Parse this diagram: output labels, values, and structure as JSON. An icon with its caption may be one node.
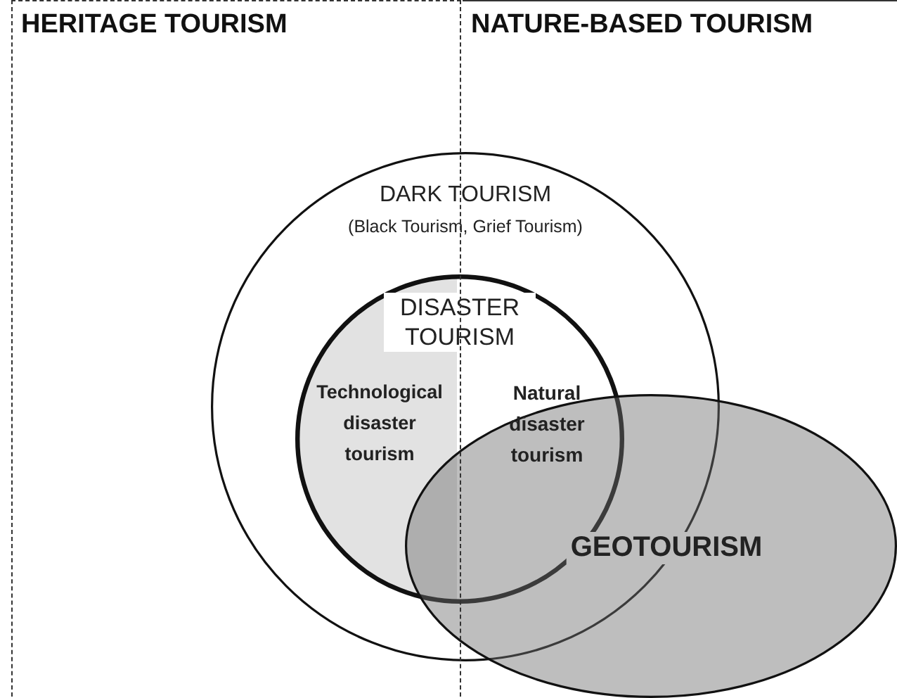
{
  "diagram": {
    "nodes": [
      {
        "text": [
          "HERITAGE TOURISM"
        ]
      },
      {
        "text": [
          "NATURE-BASED TOURISM"
        ]
      },
      {
        "text": [
          "DARK TOURISM",
          "(Black Tourism, Grief Tourism)"
        ]
      },
      {
        "text": [
          "DISASTER TOURISM"
        ],
        "in": 2
      },
      {
        "text": [
          "GEOTOURISM"
        ]
      }
    ],
    "edges": [],
    "labels": [
      "Technological disaster tourism",
      "Natural disaster tourism"
    ]
  }
}
